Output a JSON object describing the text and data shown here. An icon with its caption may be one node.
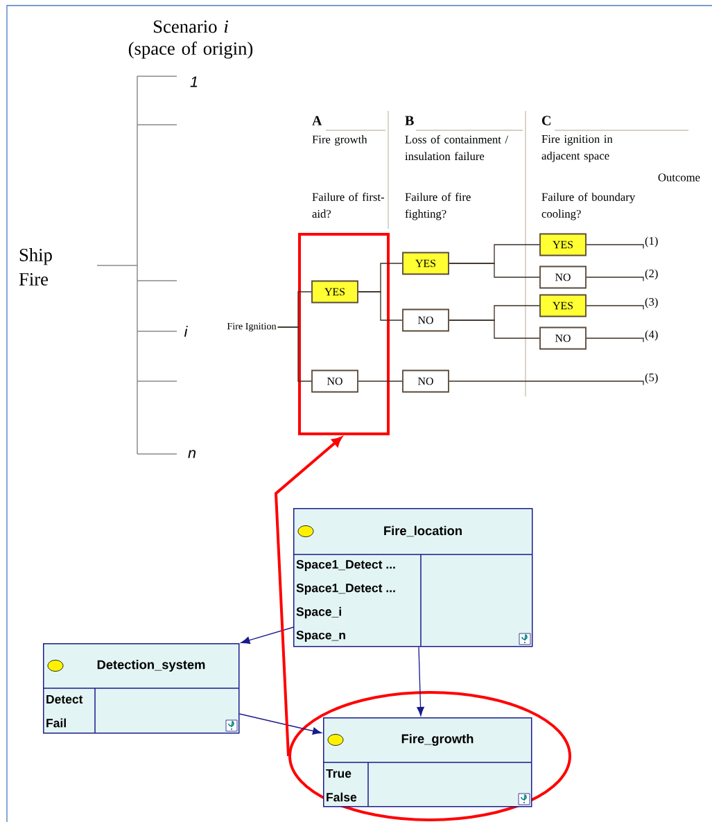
{
  "diagram": {
    "nodes": [
      {
        "text": [
          "Fire Ignition"
        ]
      },
      {
        "text": [],
        "shape": "box"
      },
      {
        "text": [
          "YES"
        ],
        "in": 1
      },
      {
        "text": [
          "NO"
        ],
        "in": 1
      },
      {
        "text": [
          "YES"
        ]
      },
      {
        "text": [
          "NO"
        ]
      },
      {
        "text": [
          "NO"
        ]
      },
      {
        "text": [
          "YES"
        ]
      },
      {
        "text": [
          "NO"
        ]
      },
      {
        "text": [
          "YES"
        ]
      },
      {
        "text": [
          "NO"
        ]
      },
      {
        "text": [
          "(1)"
        ]
      },
      {
        "text": [
          "(2)"
        ]
      },
      {
        "text": [
          "(3)"
        ]
      },
      {
        "text": [
          "(4)"
        ]
      },
      {
        "text": [
          "(5)"
        ]
      },
      {
        "text": [
          "Fire_location",
          "Space1_Detect ...",
          "Space1_Detect ...",
          "Space_i",
          "Space_n"
        ]
      },
      {
        "text": [
          "Detection_system",
          "Detect",
          "Fail"
        ]
      },
      {
        "text": [],
        "shape": "circle"
      },
      {
        "text": [
          "Fire_growth",
          "True",
          "False"
        ],
        "in": 18
      }
    ],
    "edges": [
      {
        "from": 0,
        "to": 2,
        "arrow": "none"
      },
      {
        "from": 0,
        "to": 3,
        "arrow": "none"
      },
      {
        "from": 2,
        "to": 4,
        "arrow": "none"
      },
      {
        "from": 2,
        "to": 5,
        "arrow": "none"
      },
      {
        "from": 3,
        "to": 6,
        "arrow": "none"
      },
      {
        "from": 4,
        "to": 7,
        "arrow": "none"
      },
      {
        "from": 4,
        "to": 8,
        "arrow": "none"
      },
      {
        "from": 5,
        "to": 9,
        "arrow": "none"
      },
      {
        "from": 5,
        "to": 10,
        "arrow": "none"
      },
      {
        "from": 7,
        "to": 11,
        "arrow": "none"
      },
      {
        "from": 8,
        "to": 12,
        "arrow": "none"
      },
      {
        "from": 9,
        "to": 13,
        "arrow": "none"
      },
      {
        "from": 10,
        "to": 14,
        "arrow": "none"
      },
      {
        "from": 6,
        "to": 15,
        "arrow": "none"
      },
      {
        "from": 16,
        "to": 17,
        "arrow": "to",
        "color": "#1a1a8c"
      },
      {
        "from": 16,
        "to": 19,
        "arrow": "to",
        "color": "#1a1a8c"
      },
      {
        "from": 17,
        "to": 19,
        "arrow": "to",
        "color": "#1a1a8c"
      },
      {
        "from": 18,
        "to": 1,
        "arrow": "to",
        "style": "thick",
        "color": "#ff0000"
      }
    ],
    "labels": [
      "Scenario *i* (space of origin)",
      "1",
      "Ship Fire",
      "i",
      "n",
      "A",
      "B",
      "C",
      "Fire growth",
      "Loss of containment / insulation failure",
      "Fire ignition in adjacent space",
      "Outcome",
      "Failure of first-aid?",
      "Failure of fire fighting?",
      "Failure of boundary cooling?"
    ]
  }
}
